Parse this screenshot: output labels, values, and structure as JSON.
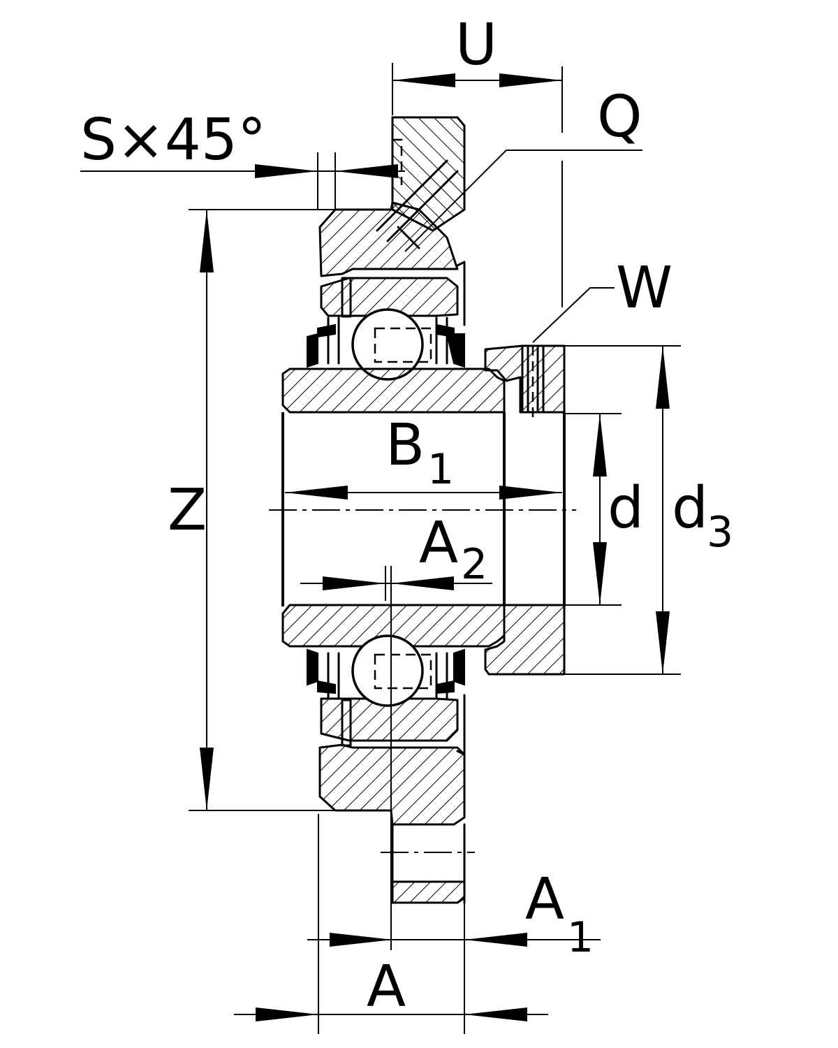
{
  "labels": {
    "u": "U",
    "q": "Q",
    "s45": "S×45°",
    "w": "W",
    "z": "Z",
    "b1_main": "B",
    "b1_sub": "1",
    "a2_main": "A",
    "a2_sub": "2",
    "d": "d",
    "d3_main": "d",
    "d3_sub": "3",
    "a1_main": "A",
    "a1_sub": "1",
    "a": "A"
  }
}
